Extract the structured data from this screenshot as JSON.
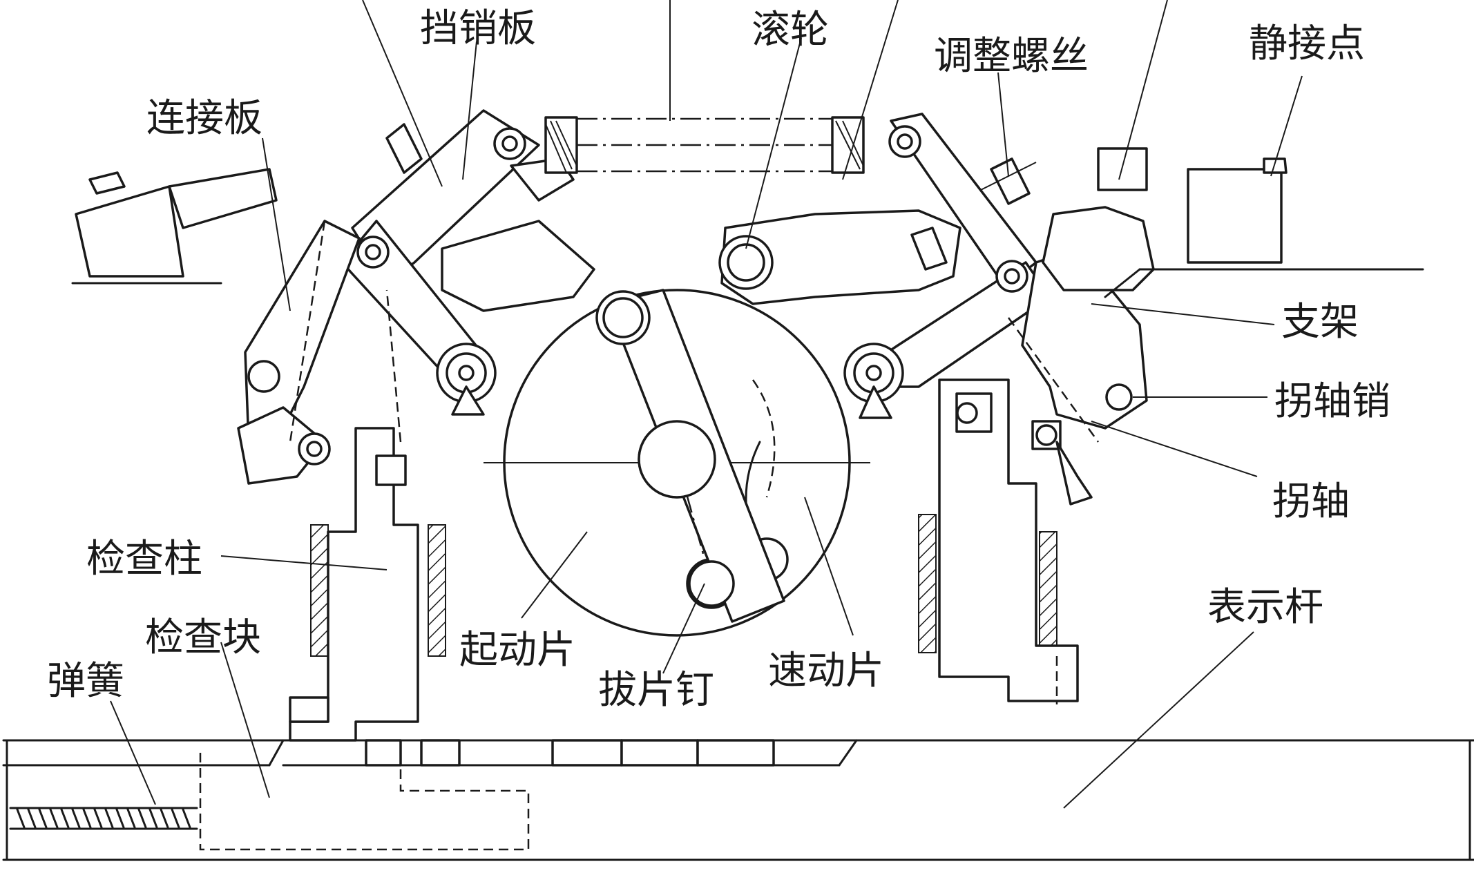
{
  "labels": {
    "top_stop_plate": "挡销板",
    "roller": "滚轮",
    "adjust_screw": "调整螺丝",
    "static_contact": "静接点",
    "connecting_plate": "连接板",
    "bracket": "支架",
    "crank_pin": "拐轴销",
    "crank": "拐轴",
    "check_column": "检查柱",
    "check_block": "检查块",
    "spring": "弹簧",
    "start_piece": "起动片",
    "pull_pin": "拔片钉",
    "fast_piece": "速动片",
    "indicator_rod": "表示杆"
  },
  "colors": {
    "ink": "#1a1a1a",
    "paper": "#ffffff"
  }
}
